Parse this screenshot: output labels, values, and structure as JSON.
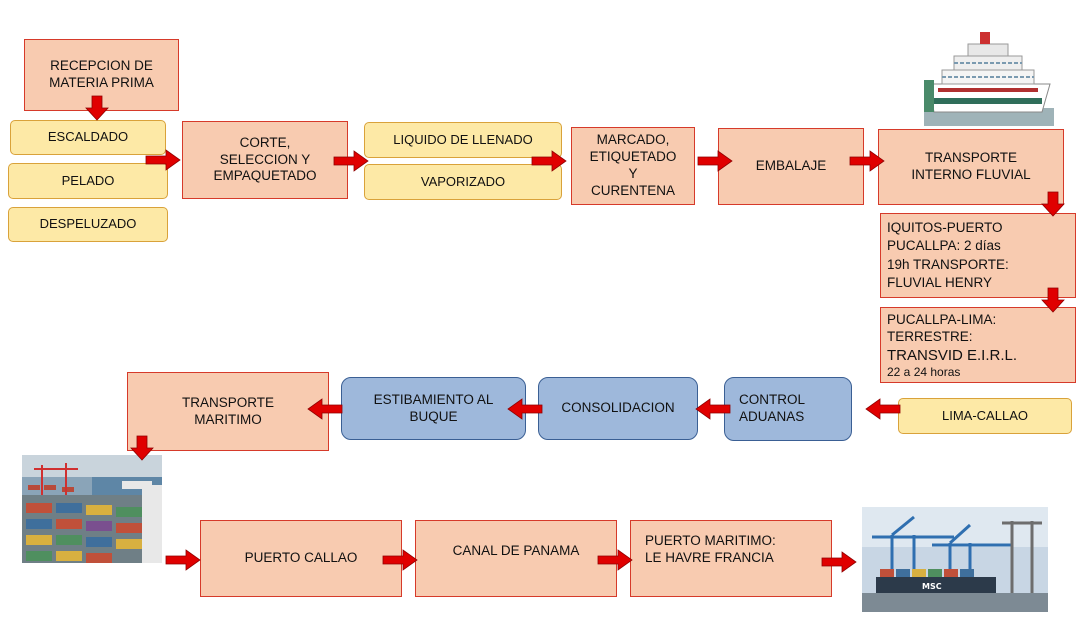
{
  "colors": {
    "salmon": "#f8cbb0",
    "yellow": "#fde9a6",
    "blue": "#9eb8db",
    "arrow": "#e00000"
  },
  "boxes": {
    "recepcion": "RECEPCION DE\nMATERIA PRIMA",
    "escaldado": "ESCALDADO",
    "pelado": "PELADO",
    "despeluzado": "DESPELUZADO",
    "corte": "CORTE,\nSELECCION Y\nEMPAQUETADO",
    "liquido": "LIQUIDO DE LLENADO",
    "vaporizado": "VAPORIZADO",
    "marcado": "MARCADO,\nETIQUETADO\nY\nCURENTENA",
    "embalaje": "EMBALAJE",
    "transporte_fluvial": "TRANSPORTE\nINTERNO FLUVIAL",
    "iquitos": "IQUITOS-PUERTO\nPUCALLPA: 2 días\n19h TRANSPORTE:\nFLUVIAL HENRY",
    "pucallpa_line1": "PUCALLPA-LIMA:\nTERRESTRE:",
    "pucallpa_line2": "TRANSVID E.I.R.L.",
    "pucallpa_line3": "22 a 24 horas",
    "lima_callao": "LIMA-CALLAO",
    "control_aduanas": "CONTROL\nADUANAS",
    "consolidacion": "CONSOLIDACION",
    "estibamiento": "ESTIBAMIENTO AL\nBUQUE",
    "transporte_maritimo": "TRANSPORTE\nMARITIMO",
    "puerto_callao": "PUERTO CALLAO",
    "canal_panama": "CANAL DE PANAMA",
    "le_havre": "PUERTO MARITIMO:\nLE HAVRE FRANCIA"
  }
}
